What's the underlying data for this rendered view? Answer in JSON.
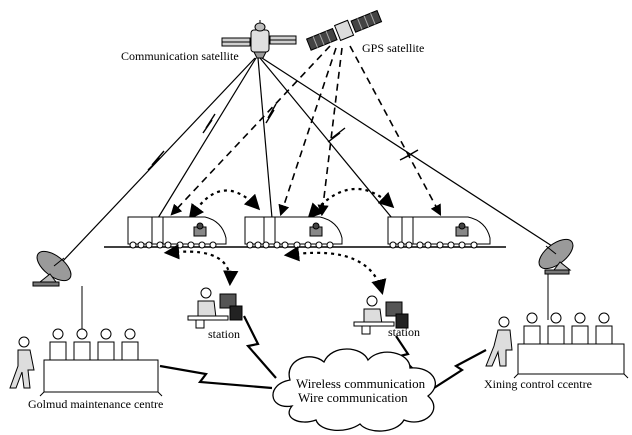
{
  "labels": {
    "communication_satellite": "Communication satellite",
    "gps_satellite": "GPS satellite",
    "station_left": "station",
    "station_right": "station",
    "cloud_line1": "Wireless communication",
    "cloud_line2": "Wire communication",
    "left_centre": "Golmud maintenance centre",
    "right_centre": "Xining control ccentre"
  },
  "colors": {
    "ink": "#000000",
    "paper": "#ffffff",
    "panel_grey": "#d0d0d0",
    "screen_grey": "#9a9a9a"
  },
  "icons": [
    "communication-satellite-icon",
    "gps-satellite-icon",
    "satellite-dish-icon",
    "train-icon",
    "station-operator-icon",
    "control-centre-icon",
    "cloud-icon"
  ]
}
